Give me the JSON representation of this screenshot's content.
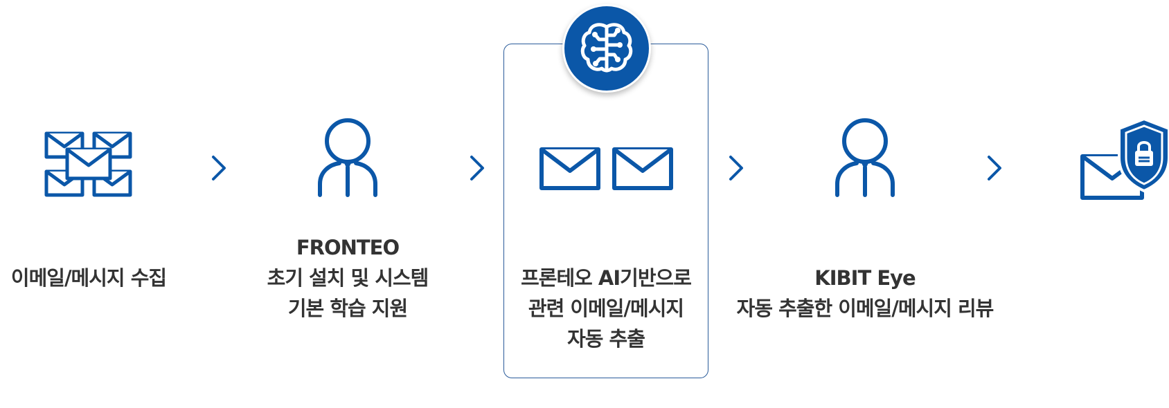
{
  "colors": {
    "accent": "#0b57a8",
    "text": "#333333",
    "box_border": "#2a5b9a"
  },
  "steps": [
    {
      "icon": "multiple-emails-icon",
      "lines": [
        "이메일/메시지 수집"
      ]
    },
    {
      "icon": "person-icon",
      "lines": [
        "FRONTEO",
        "초기 설치 및 시스템",
        "기본 학습 지원"
      ]
    },
    {
      "icon": "two-emails-icon",
      "badge_icon": "ai-brain-icon",
      "lines": [
        "프론테오 AI기반으로",
        "관련 이메일/메시지",
        "자동 추출"
      ]
    },
    {
      "icon": "person-icon",
      "lines": [
        "KIBIT Eye",
        "자동 추출한 이메일/메시지 리뷰"
      ]
    },
    {
      "icon": "secure-email-icon",
      "lines": []
    }
  ],
  "arrows": [
    "chevron-right-icon",
    "chevron-right-icon",
    "chevron-right-icon",
    "chevron-right-icon"
  ]
}
